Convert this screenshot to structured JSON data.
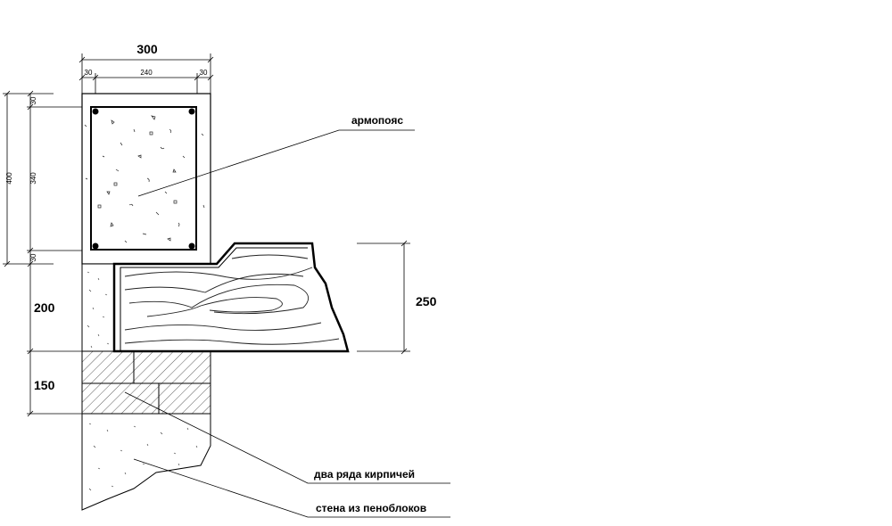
{
  "dimensions": {
    "total_width": "300",
    "w_left": "30",
    "w_mid": "240",
    "w_right": "30",
    "h_total": "400",
    "h_top": "30",
    "h_mid": "340",
    "h_bottom": "30",
    "h_gap": "200",
    "h_bricks": "150",
    "beam_height": "250"
  },
  "labels": {
    "armopoyas": "армопояс",
    "bricks": "два ряда кирпичей",
    "foam_wall": "стена из пеноблоков"
  }
}
